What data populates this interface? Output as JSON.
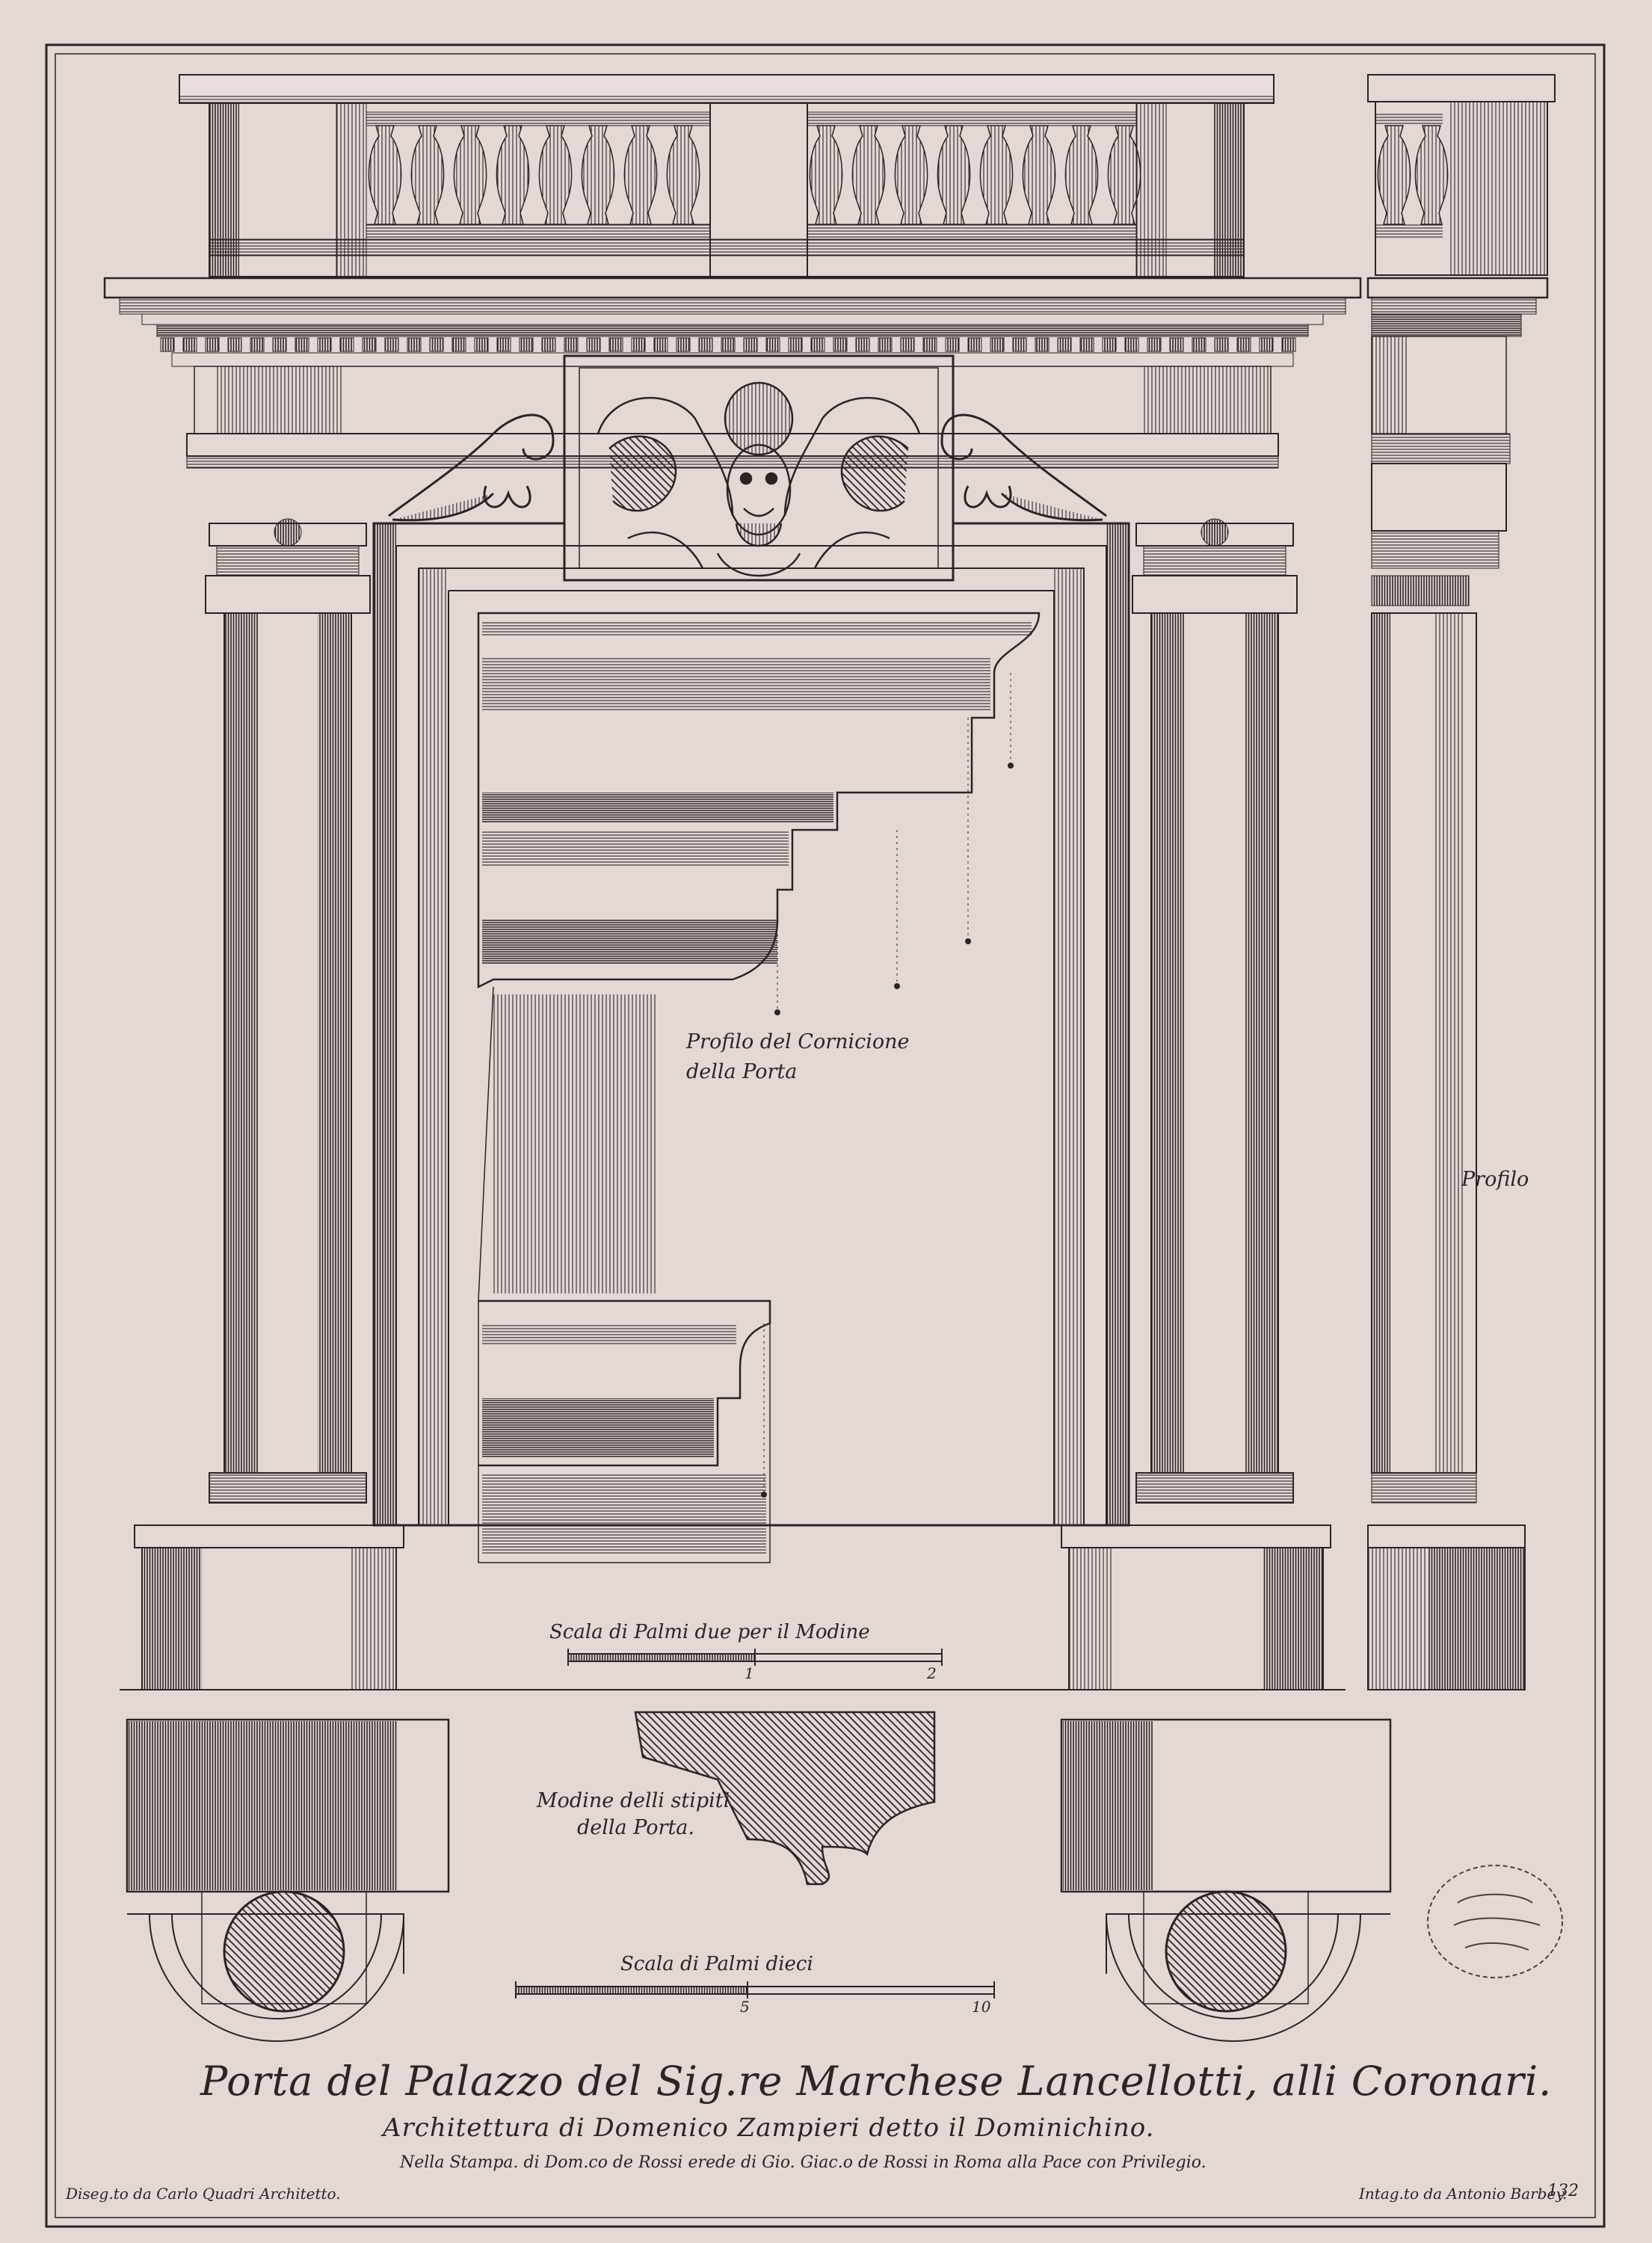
{
  "plate": {
    "title_line1": "Porta del Palazzo del Sig.re Marchese Lancellotti, alli Coronari.",
    "title_line2": "Architettura di Domenico Zampieri detto il Dominichino.",
    "title_line3": "Nella Stampa. di Dom.co de Rossi erede di Gio. Giac.o de Rossi in Roma alla Pace con Privilegio.",
    "credit_left": "Diseg.to da Carlo Quadri Architetto.",
    "credit_right": "Intag.to da Antonio Barbey.",
    "plate_number": "132"
  },
  "labels": {
    "profile_cornice_line1": "Profilo del Cornicione",
    "profile_cornice_line2": "della Porta",
    "profile_side": "Profilo",
    "modine_line1": "Modine delli stipiti",
    "modine_line2": "della Porta."
  },
  "scales": {
    "small": {
      "label": "Scala di Palmi due per il Modine",
      "ticks": [
        "1",
        "2"
      ]
    },
    "large": {
      "label": "Scala di Palmi dieci",
      "ticks": [
        "5",
        "10"
      ]
    }
  },
  "stamp": {
    "text": ""
  },
  "colors": {
    "paper": "#e4d8d5",
    "ink": "#2a2423",
    "stamp": "#4a3f3d"
  }
}
